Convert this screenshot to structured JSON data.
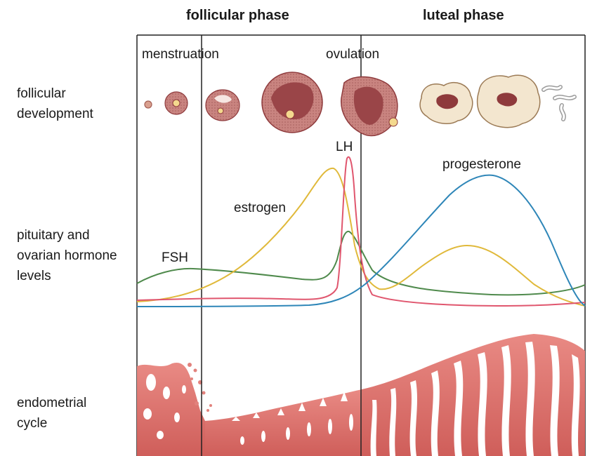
{
  "phases": {
    "follicular": "follicular phase",
    "luteal": "luteal phase"
  },
  "events": {
    "menstruation": "menstruation",
    "ovulation": "ovulation"
  },
  "row_labels": {
    "follicular_development": "follicular development",
    "hormone_levels": "pituitary and ovarian hormone levels",
    "endometrial_cycle": "endometrial cycle"
  },
  "hormones": {
    "fsh": {
      "label": "FSH",
      "color": "#4f8a4c"
    },
    "lh": {
      "label": "LH",
      "color": "#e0566e"
    },
    "estrogen": {
      "label": "estrogen",
      "color": "#e0b93a"
    },
    "progesterone": {
      "label": "progesterone",
      "color": "#2e86b8"
    }
  },
  "colors": {
    "follicle": "#c98480",
    "follicle_dark": "#8e3a3c",
    "corpus_luteum": "#f3e6cf",
    "endometrium": "#e2827d",
    "endometrium_light": "#f2b2aa"
  }
}
